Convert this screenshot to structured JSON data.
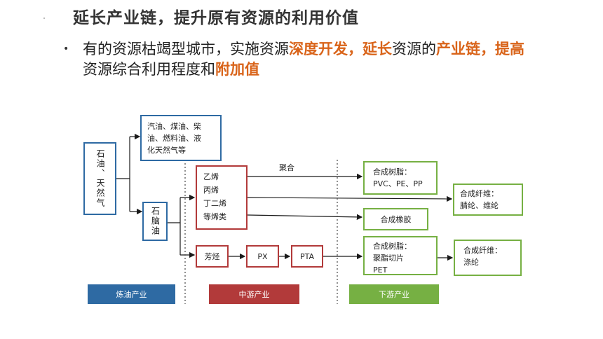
{
  "title": "延长产业链，提升原有资源的利用价值",
  "paragraph": {
    "bullet": "•",
    "seg1": "有的资源枯竭型城市，实施资源",
    "hl1": "深度开发，延长",
    "seg2": "资源的",
    "hl2": "产业链，提高",
    "seg3": "资源综合利用程度和",
    "hl3": "附加值"
  },
  "diagram": {
    "source": "石油、天然气",
    "fuels": [
      "汽油、煤油、柴",
      "油、燃料油、液",
      "化天然气等"
    ],
    "naphtha": "石脑油",
    "olefins": [
      "乙烯",
      "丙烯",
      "丁二烯",
      "等烯类"
    ],
    "polymerization": "聚合",
    "resin1": [
      "合成树脂：",
      "PVC、PE、PP"
    ],
    "fiber1": [
      "合成纤维：",
      "腈纶、维纶"
    ],
    "rubber": "合成橡胶",
    "aromatics": "芳烃",
    "px": "PX",
    "pta": "PTA",
    "resin2": [
      "合成树脂：",
      "聚酯切片",
      "PET"
    ],
    "fiber2": [
      "合成纤维：",
      "涤纶"
    ],
    "bands": {
      "upstream": "炼油产业",
      "midstream": "中游产业",
      "downstream": "下游产业"
    },
    "colors": {
      "blue": "#2e6aa3",
      "red": "#b23a3a",
      "green": "#76b043",
      "highlight": "#d9641a"
    }
  }
}
